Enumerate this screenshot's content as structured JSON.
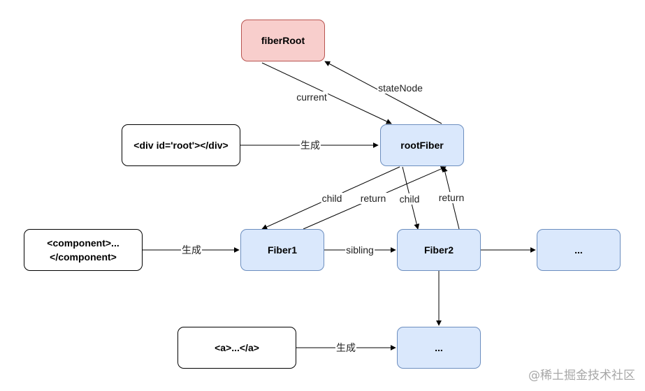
{
  "nodes": {
    "fiber_root": "fiberRoot",
    "root_fiber": "rootFiber",
    "div_root": "<div id='root'></div>",
    "component_line1": "<component>...",
    "component_line2": "</component>",
    "fiber1": "Fiber1",
    "fiber2": "Fiber2",
    "ellipsis_right": "...",
    "a_tag": "<a>...</a>",
    "ellipsis_bottom": "..."
  },
  "edges": {
    "current": "current",
    "state_node": "stateNode",
    "generate_1": "生成",
    "generate_2": "生成",
    "generate_3": "生成",
    "child_1": "child",
    "return_1": "return",
    "child_2": "child",
    "return_2": "return",
    "sibling": "sibling"
  },
  "watermark": "@稀土掘金技术社区",
  "colors": {
    "fiber_node_fill": "#dae8fc",
    "fiber_node_stroke": "#6c8ebf",
    "root_node_fill": "#f8cecc",
    "root_node_stroke": "#b85450"
  }
}
